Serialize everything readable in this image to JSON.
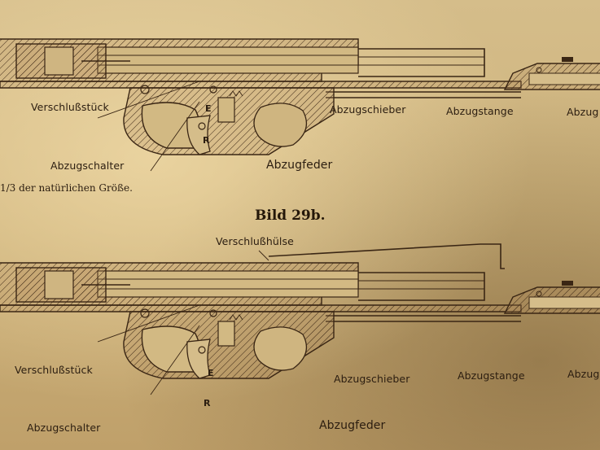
{
  "figure": {
    "title": "Bild 29b.",
    "caption_top": "1/3 der natürlichen Größe."
  },
  "upper_diagram": {
    "labels": {
      "verschlussstueck": "Verschlußstück",
      "abzugschalter": "Abzugschalter",
      "abzugfeder": "Abzugfeder",
      "abzugschieber": "Abzugschieber",
      "abzugstange": "Abzugstange",
      "abzug": "Abzug",
      "e": "E",
      "r": "R"
    }
  },
  "lower_diagram": {
    "labels": {
      "verschlusshuelse": "Verschlußhülse",
      "verschlussstueck": "Verschlußstück",
      "abzugschalter": "Abzugschalter",
      "abzugfeder": "Abzugfeder",
      "abzugschieber": "Abzugschieber",
      "abzugstange": "Abzugstange",
      "abzug": "Abzug",
      "e": "E",
      "r": "R"
    }
  }
}
